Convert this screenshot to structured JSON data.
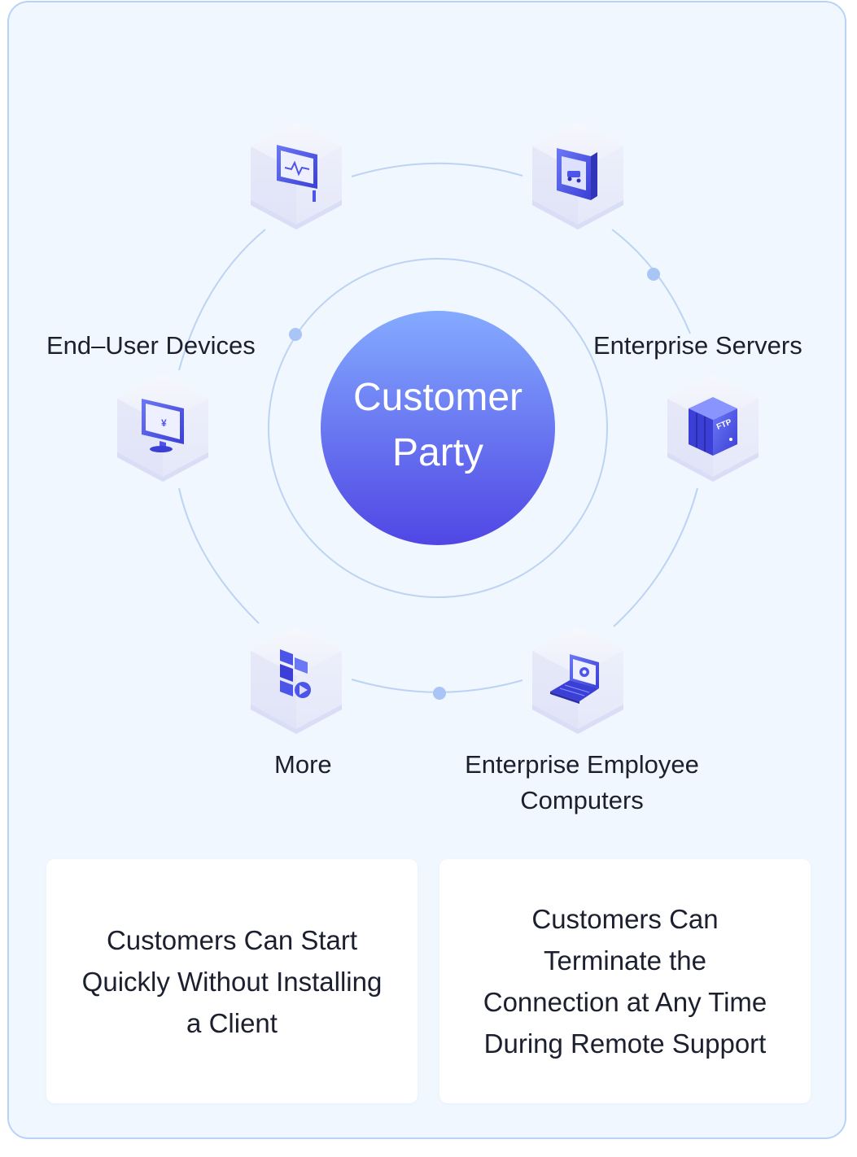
{
  "hub": {
    "line1": "Customer",
    "line2": "Party"
  },
  "nodes": [
    {
      "id": "end-user-devices",
      "label": "End–User Devices",
      "icon": "monitor-yuan-icon"
    },
    {
      "id": "enterprise-servers",
      "label": "Enterprise Servers",
      "icon": "ftp-server-icon"
    },
    {
      "id": "enterprise-employee-computers",
      "label_line1": "Enterprise Employee",
      "label_line2": "Computers",
      "icon": "laptop-icon"
    },
    {
      "id": "more",
      "label": "More",
      "icon": "blocks-icon"
    },
    {
      "id": "top-left",
      "icon": "monitor-pulse-icon"
    },
    {
      "id": "top-right",
      "icon": "car-panel-icon"
    }
  ],
  "cards": [
    {
      "text": "Customers Can Start Quickly Without Installing a Client"
    },
    {
      "text": "Customers Can Terminate the Connection at Any Time During Remote Support"
    }
  ],
  "colors": {
    "background": "#f0f7fe",
    "frame_border": "#b9d2fa",
    "hub_gradient_top": "#82a8ff",
    "hub_gradient_bottom": "#5249e6",
    "ring": "#bcd3f4",
    "dot": "#a9c5f6",
    "icon_primary": "#4c55e8"
  }
}
